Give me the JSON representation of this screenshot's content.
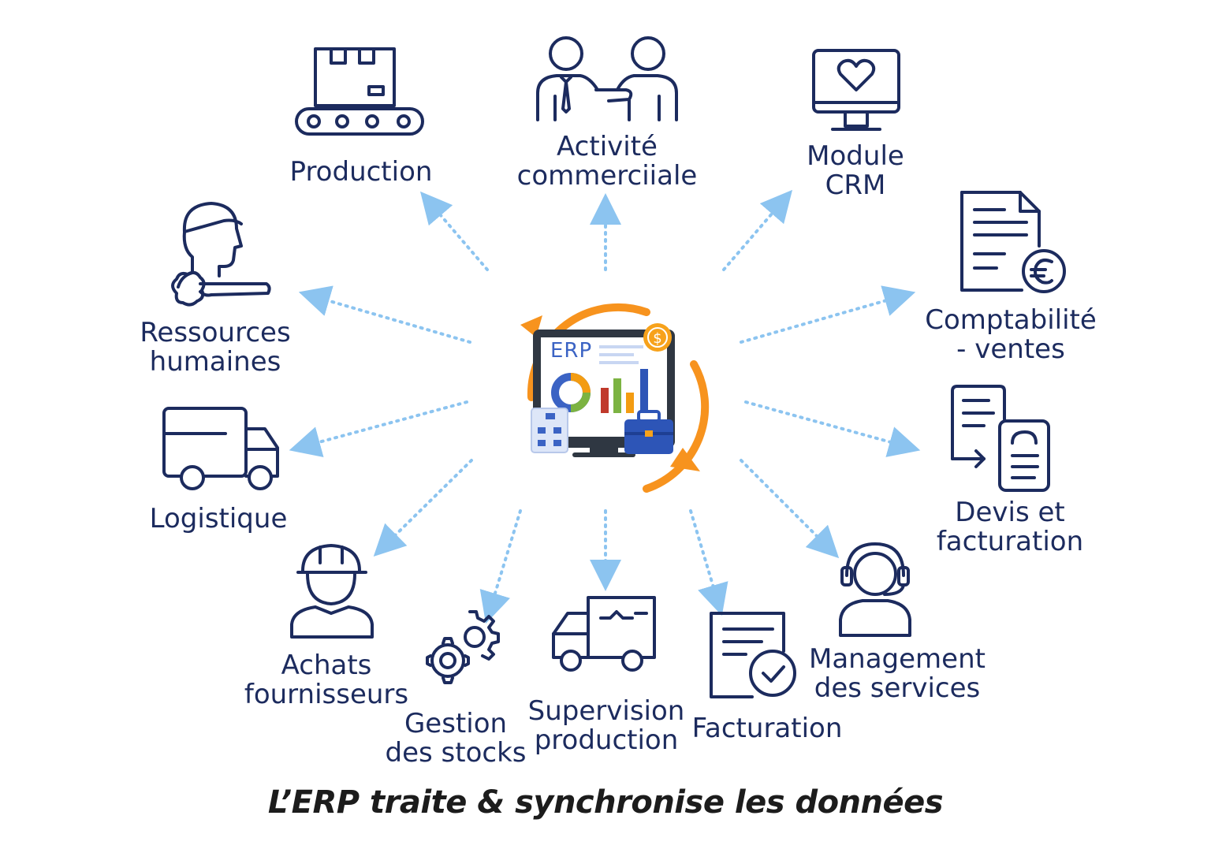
{
  "hub": {
    "screen_text": "ERP",
    "colors": {
      "cycle_arrows": "#f7931e",
      "monitor": "#2f3742",
      "screen_bg": "#ffffff",
      "accent_blue": "#3b63c4",
      "coin": "#f7a21b",
      "bar_red": "#c0392b",
      "bar_green": "#7cb342",
      "bar_orange": "#f39c12",
      "bar_blue": "#2d55b7",
      "briefcase": "#2d55b7"
    }
  },
  "colors": {
    "icon_stroke": "#1c2b5e",
    "label_text": "#1c2b5e",
    "connector": "#8cc4f0",
    "caption_text": "#1c1c1c"
  },
  "modules": {
    "production": {
      "lines": [
        "Production"
      ],
      "icon": "conveyor-belt-icon"
    },
    "commercial": {
      "lines": [
        "Activité",
        "commerciiale"
      ],
      "icon": "handshake-icon"
    },
    "crm": {
      "lines": [
        "Module",
        "CRM"
      ],
      "icon": "monitor-heart-icon"
    },
    "hr": {
      "lines": [
        "Ressources",
        "humaines"
      ],
      "icon": "person-hand-icon"
    },
    "accounting": {
      "lines": [
        "Comptabilité",
        "- ventes"
      ],
      "icon": "document-euro-icon"
    },
    "logistics": {
      "lines": [
        "Logistique"
      ],
      "icon": "truck-icon"
    },
    "quotes": {
      "lines": [
        "Devis et",
        "facturation"
      ],
      "icon": "documents-transfer-icon"
    },
    "purchasing": {
      "lines": [
        "Achats",
        "fournisseurs"
      ],
      "icon": "hardhat-worker-icon"
    },
    "stock": {
      "lines": [
        "Gestion",
        "des stocks"
      ],
      "icon": "gears-icon"
    },
    "supervision": {
      "lines": [
        "Supervision",
        "production"
      ],
      "icon": "delivery-truck-icon"
    },
    "invoicing": {
      "lines": [
        "Facturation"
      ],
      "icon": "document-check-icon"
    },
    "services": {
      "lines": [
        "Management",
        "des services"
      ],
      "icon": "headset-agent-icon"
    }
  },
  "caption": "L’ERP traite & synchronise les données"
}
